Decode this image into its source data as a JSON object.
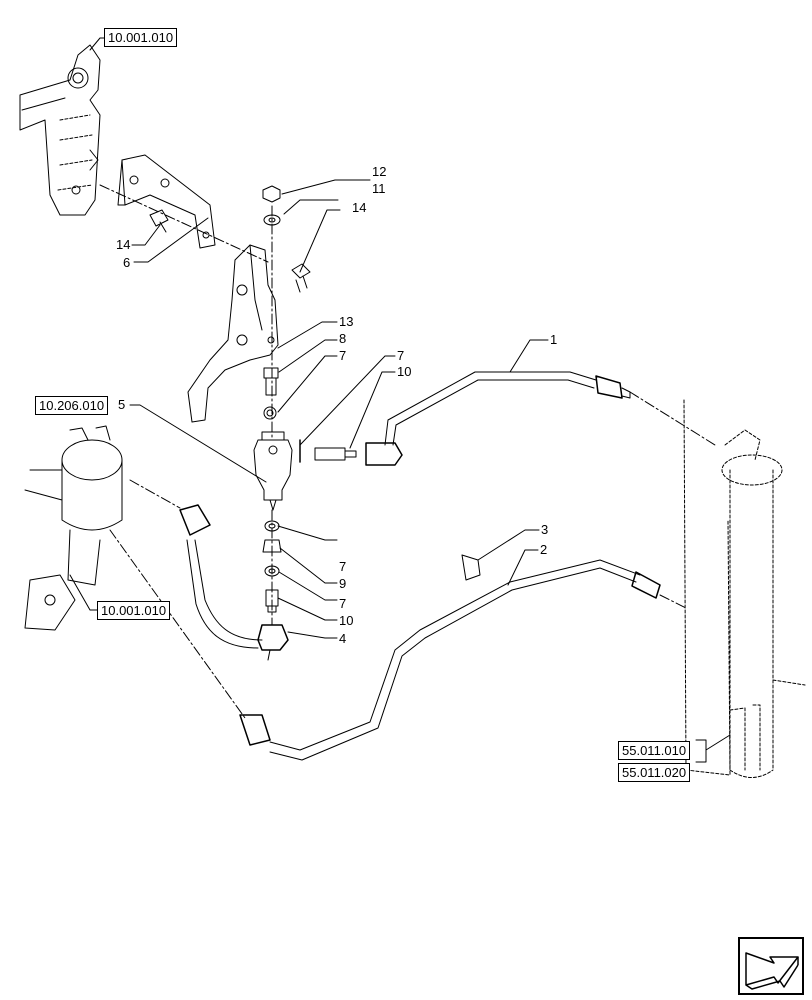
{
  "reference_boxes": {
    "ref_top": "10.001.010",
    "ref_filter": "10.206.010",
    "ref_mid": "10.001.010",
    "ref_tank_a": "55.011.010",
    "ref_tank_b": "55.011.020"
  },
  "callouts": {
    "c1": "1",
    "c2": "2",
    "c3": "3",
    "c4": "4",
    "c5": "5",
    "c6": "6",
    "c7a": "7",
    "c7b": "7",
    "c7c": "7",
    "c7d": "7",
    "c8": "8",
    "c9": "9",
    "c10a": "10",
    "c10b": "10",
    "c11": "11",
    "c12": "12",
    "c13": "13",
    "c14a": "14",
    "c14b": "14"
  },
  "navigation": {
    "icon": "next-page-arrow-icon"
  }
}
